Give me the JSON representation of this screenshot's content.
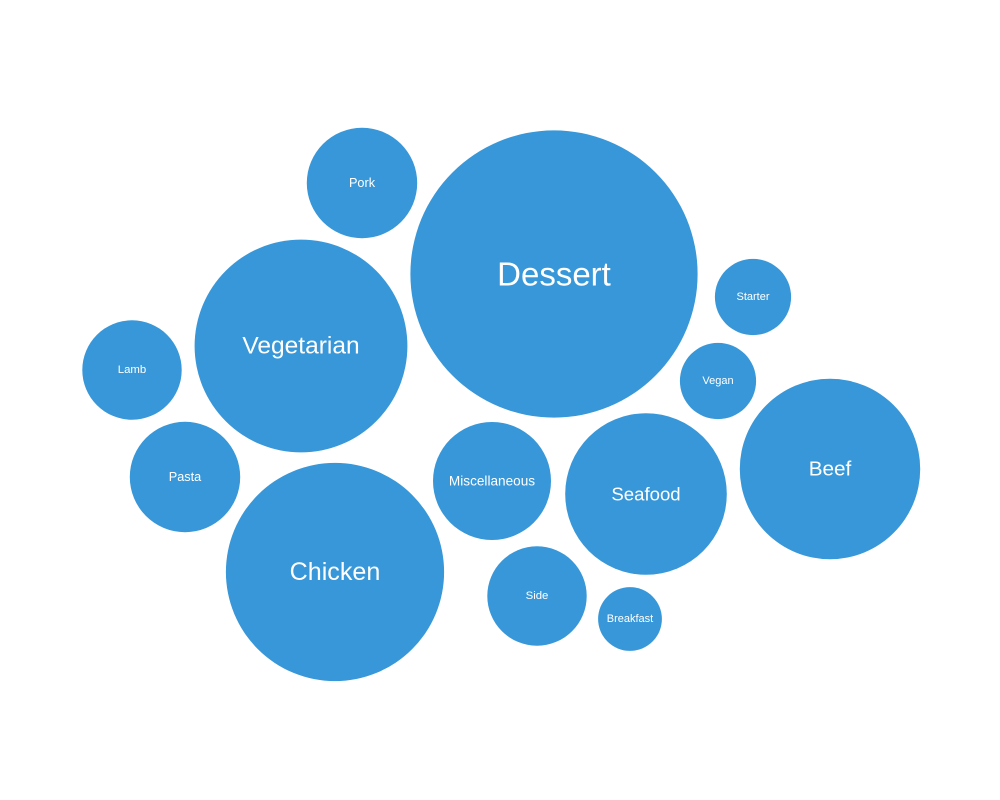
{
  "chart_data": {
    "type": "bubble",
    "bubble_color": "#3897d8",
    "label_color": "#ffffff",
    "background": "#ffffff",
    "categories": [
      "Dessert",
      "Chicken",
      "Vegetarian",
      "Beef",
      "Seafood",
      "Miscellaneous",
      "Pork",
      "Pasta",
      "Lamb",
      "Side",
      "Starter",
      "Vegan",
      "Breakfast"
    ],
    "values": [
      142,
      82,
      78,
      56,
      45,
      24,
      21,
      21,
      17,
      17,
      10,
      10,
      7
    ]
  }
}
